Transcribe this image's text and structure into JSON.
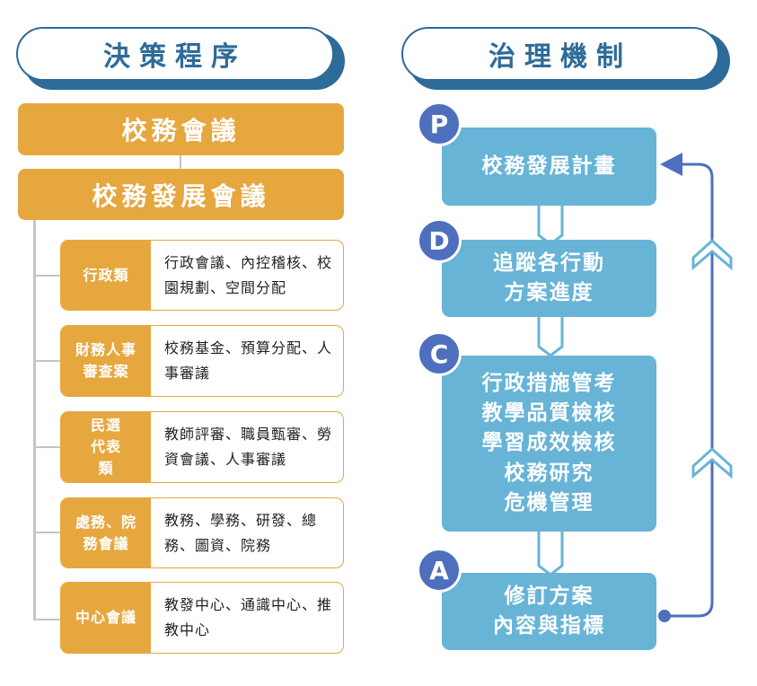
{
  "left": {
    "title": "決策程序",
    "top_meeting": "校務會議",
    "dev_meeting": "校務發展會議",
    "rows": [
      {
        "label": "行政類",
        "desc": "行政會議、內控稽核、校園規劃、空間分配"
      },
      {
        "label": "財務人事審查案",
        "desc": "校務基金、預算分配、人事審議"
      },
      {
        "label": "民選代表類",
        "desc": "教師評審、職員甄審、勞資會議、人事審議"
      },
      {
        "label": "處務、院務會議",
        "desc": "教務、學務、研發、總務、圖資、院務"
      },
      {
        "label": "中心會議",
        "desc": "教發中心、通識中心、推教中心"
      }
    ]
  },
  "right": {
    "title": "治理機制",
    "steps": [
      {
        "letter": "P",
        "text": "校務發展計畫"
      },
      {
        "letter": "D",
        "text": "追蹤各行動\n方案進度"
      },
      {
        "letter": "C",
        "text": "行政措施管考\n教學品質檢核\n學習成效檢核\n校務研究\n危機管理"
      },
      {
        "letter": "A",
        "text": "修訂方案\n內容與指標"
      }
    ]
  },
  "colors": {
    "orange": "#e6a73f",
    "navy": "#2d6b99",
    "sky": "#67b4d7",
    "indigo": "#4e6fbd"
  }
}
